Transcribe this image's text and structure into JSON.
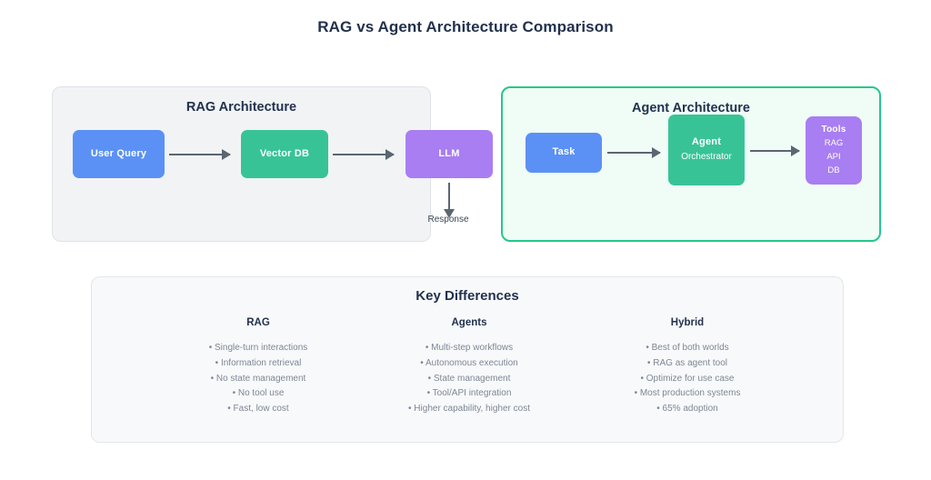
{
  "title": "RAG vs Agent Architecture Comparison",
  "colors": {
    "blue": "#5b91f5",
    "green": "#38c397",
    "purple": "#a87ef2",
    "arrow": "#5a6672",
    "title_text": "#22314e",
    "rag_panel_bg": "#f1f3f5",
    "rag_panel_border": "#dfe3e8",
    "agent_panel_bg": "#f0fdf6",
    "agent_panel_border": "#25c78b",
    "key_panel_bg": "#f8f9fb",
    "bullet_text": "#7d8795"
  },
  "rag_panel": {
    "title": "RAG Architecture",
    "nodes": [
      {
        "label": "User Query",
        "color": "blue"
      },
      {
        "label": "Vector DB",
        "color": "green"
      },
      {
        "label": "LLM",
        "color": "purple"
      }
    ],
    "output_label": "Response"
  },
  "agent_panel": {
    "title": "Agent Architecture",
    "nodes": [
      {
        "label": "Task",
        "sub": "",
        "color": "blue",
        "items": []
      },
      {
        "label": "Agent",
        "sub": "Orchestrator",
        "color": "green",
        "items": []
      },
      {
        "label": "Tools",
        "sub": "",
        "color": "purple",
        "items": [
          "RAG",
          "API",
          "DB"
        ]
      }
    ]
  },
  "key_differences": {
    "title": "Key Differences",
    "columns": [
      {
        "heading": "RAG",
        "items": [
          "• Single-turn interactions",
          "• Information retrieval",
          "• No state management",
          "• No tool use",
          "• Fast, low cost"
        ]
      },
      {
        "heading": "Agents",
        "items": [
          "• Multi-step workflows",
          "• Autonomous execution",
          "• State management",
          "• Tool/API integration",
          "• Higher capability, higher cost"
        ]
      },
      {
        "heading": "Hybrid",
        "items": [
          "• Best of both worlds",
          "• RAG as agent tool",
          "• Optimize for use case",
          "• Most production systems",
          "• 65% adoption"
        ]
      }
    ]
  }
}
